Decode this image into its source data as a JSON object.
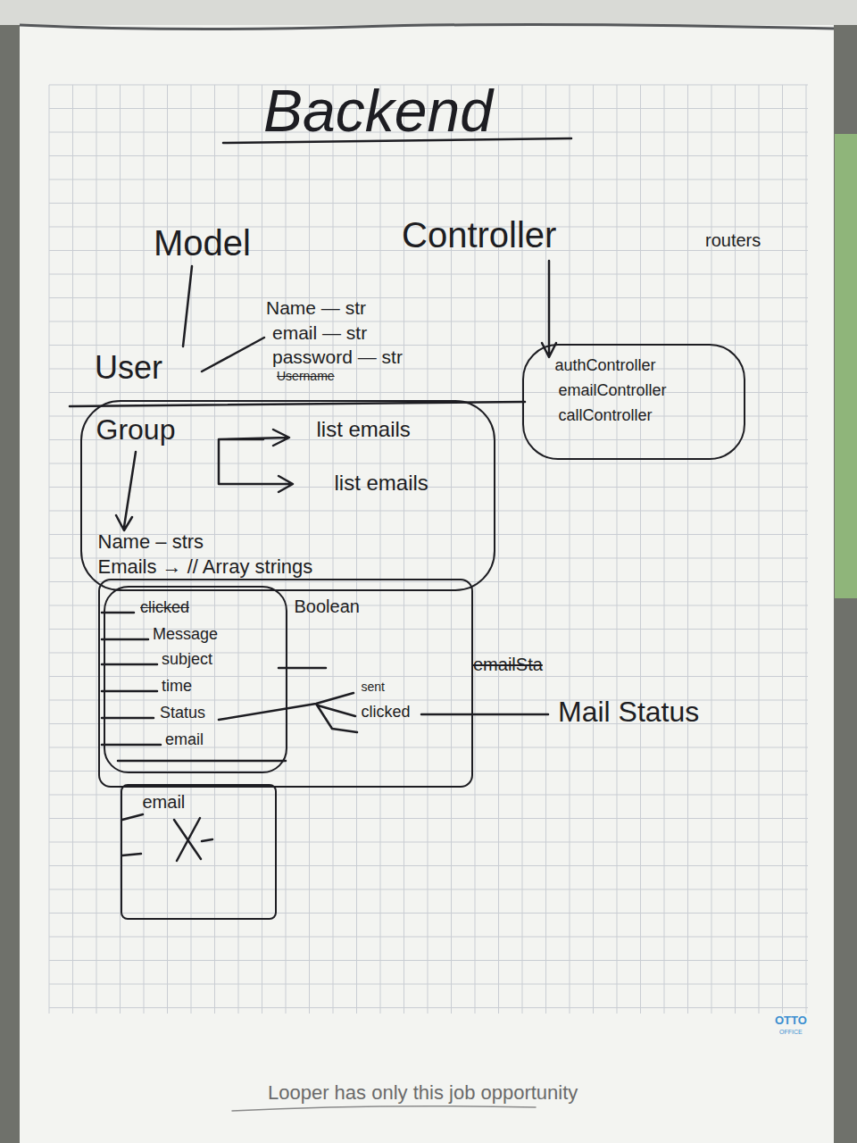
{
  "diagram": {
    "title": "Backend",
    "nodes": [
      {
        "text": [
          "authController",
          "emailController",
          "callController"
        ]
      },
      {
        "text": [
          "Group",
          "list emails",
          "list emails",
          "Name – strs",
          "Emails → // Array strings"
        ]
      },
      {
        "text": [
          "Boolean",
          "sent",
          "clicked"
        ]
      },
      {
        "text": [
          "clicked",
          "Message",
          "subject",
          "time",
          "Status",
          "email"
        ],
        "in": 2
      },
      {
        "text": [
          "email"
        ]
      }
    ],
    "labels": [
      "Model",
      "Controller",
      "routers",
      "User",
      "Name — str",
      "email — str",
      "password — str",
      "Username",
      "emailSta",
      "Mail Status",
      "OTTO",
      "OFFICE",
      "Looper has only this job opportunity"
    ]
  }
}
